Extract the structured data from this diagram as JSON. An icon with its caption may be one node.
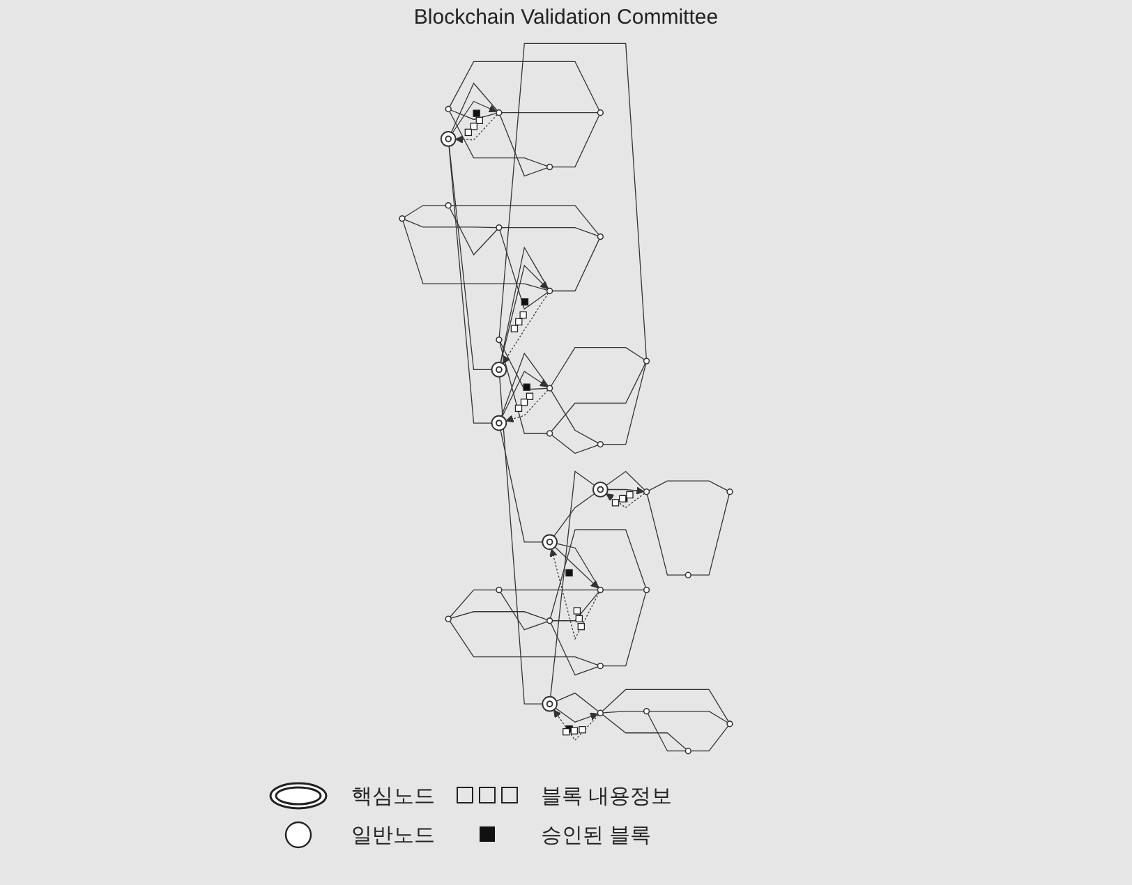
{
  "diagram": {
    "nodes": [
      {
        "text": [],
        "shape": "ellipse"
      },
      {
        "text": [],
        "shape": "ellipse"
      },
      {
        "text": [],
        "shape": "ellipse"
      },
      {
        "text": [],
        "shape": "ellipse"
      },
      {
        "text": [],
        "shape": "ellipse"
      },
      {
        "text": [],
        "shape": "ellipse"
      },
      {
        "text": [],
        "shape": "circle"
      },
      {
        "text": [],
        "shape": "circle"
      },
      {
        "text": [],
        "shape": "circle"
      },
      {
        "text": [],
        "shape": "circle"
      },
      {
        "text": [],
        "shape": "circle"
      },
      {
        "text": [],
        "shape": "circle"
      },
      {
        "text": [],
        "shape": "circle"
      },
      {
        "text": [],
        "shape": "circle"
      },
      {
        "text": [],
        "shape": "circle"
      },
      {
        "text": [],
        "shape": "circle"
      },
      {
        "text": [],
        "shape": "circle"
      },
      {
        "text": [],
        "shape": "circle"
      },
      {
        "text": [],
        "shape": "circle"
      },
      {
        "text": [],
        "shape": "circle"
      },
      {
        "text": [],
        "shape": "circle"
      },
      {
        "text": [],
        "shape": "circle"
      },
      {
        "text": [],
        "shape": "circle"
      },
      {
        "text": [],
        "shape": "circle"
      },
      {
        "text": [],
        "shape": "circle"
      },
      {
        "text": [],
        "shape": "circle"
      },
      {
        "text": [],
        "shape": "circle"
      },
      {
        "text": [],
        "shape": "circle"
      },
      {
        "text": [],
        "shape": "circle"
      },
      {
        "text": [],
        "shape": "circle"
      },
      {
        "text": [],
        "shape": "circle"
      },
      {
        "text": [],
        "shape": "circle"
      },
      {
        "text": [],
        "shape": "circle"
      }
    ],
    "edges": [
      {
        "from": 0,
        "to": 1,
        "arrow": "none"
      },
      {
        "from": 0,
        "to": 2,
        "arrow": "none"
      },
      {
        "from": 1,
        "to": 3,
        "arrow": "none"
      },
      {
        "from": 2,
        "to": 4,
        "arrow": "none"
      },
      {
        "from": 3,
        "to": 5,
        "arrow": "none"
      },
      {
        "from": 4,
        "to": 5,
        "arrow": "none"
      },
      {
        "from": 0,
        "to": 7,
        "arrow": "none"
      },
      {
        "from": 0,
        "to": 7,
        "arrow": "to"
      },
      {
        "from": 7,
        "to": 0,
        "arrow": "to",
        "style": "dashed"
      },
      {
        "from": 1,
        "to": 13,
        "arrow": "none"
      },
      {
        "from": 1,
        "to": 13,
        "arrow": "to"
      },
      {
        "from": 13,
        "to": 1,
        "arrow": "to",
        "style": "dashed"
      },
      {
        "from": 2,
        "to": 16,
        "arrow": "none"
      },
      {
        "from": 2,
        "to": 16,
        "arrow": "to"
      },
      {
        "from": 16,
        "to": 2,
        "arrow": "to",
        "style": "dashed"
      },
      {
        "from": 3,
        "to": 20,
        "arrow": "none"
      },
      {
        "from": 3,
        "to": 20,
        "arrow": "to"
      },
      {
        "from": 20,
        "to": 3,
        "arrow": "to",
        "style": "dashed"
      },
      {
        "from": 4,
        "to": 27,
        "arrow": "none"
      },
      {
        "from": 4,
        "to": 27,
        "arrow": "to"
      },
      {
        "from": 27,
        "to": 4,
        "arrow": "to",
        "style": "dashed"
      },
      {
        "from": 5,
        "to": 30,
        "arrow": "none"
      },
      {
        "from": 5,
        "to": 30,
        "arrow": "to"
      },
      {
        "from": 30,
        "to": 5,
        "arrow": "to",
        "style": "dashed"
      },
      {
        "from": 6,
        "to": 7,
        "arrow": "none"
      },
      {
        "from": 6,
        "to": 8,
        "arrow": "none"
      },
      {
        "from": 6,
        "to": 9,
        "arrow": "none"
      },
      {
        "from": 7,
        "to": 8,
        "arrow": "none"
      },
      {
        "from": 7,
        "to": 9,
        "arrow": "none"
      },
      {
        "from": 8,
        "to": 9,
        "arrow": "none"
      },
      {
        "from": 10,
        "to": 11,
        "arrow": "none"
      },
      {
        "from": 10,
        "to": 12,
        "arrow": "none"
      },
      {
        "from": 10,
        "to": 13,
        "arrow": "none"
      },
      {
        "from": 11,
        "to": 12,
        "arrow": "none"
      },
      {
        "from": 11,
        "to": 14,
        "arrow": "none"
      },
      {
        "from": 12,
        "to": 13,
        "arrow": "none"
      },
      {
        "from": 12,
        "to": 14,
        "arrow": "none"
      },
      {
        "from": 13,
        "to": 14,
        "arrow": "none"
      },
      {
        "from": 15,
        "to": 16,
        "arrow": "none"
      },
      {
        "from": 15,
        "to": 17,
        "arrow": "none"
      },
      {
        "from": 15,
        "to": 19,
        "arrow": "none"
      },
      {
        "from": 16,
        "to": 18,
        "arrow": "none"
      },
      {
        "from": 16,
        "to": 19,
        "arrow": "none"
      },
      {
        "from": 17,
        "to": 18,
        "arrow": "none"
      },
      {
        "from": 17,
        "to": 19,
        "arrow": "none"
      },
      {
        "from": 18,
        "to": 19,
        "arrow": "none"
      },
      {
        "from": 20,
        "to": 21,
        "arrow": "none"
      },
      {
        "from": 20,
        "to": 22,
        "arrow": "none"
      },
      {
        "from": 20,
        "to": 23,
        "arrow": "none"
      },
      {
        "from": 21,
        "to": 22,
        "arrow": "none"
      },
      {
        "from": 21,
        "to": 23,
        "arrow": "none"
      },
      {
        "from": 22,
        "to": 23,
        "arrow": "none"
      },
      {
        "from": 24,
        "to": 25,
        "arrow": "none"
      },
      {
        "from": 24,
        "to": 26,
        "arrow": "none"
      },
      {
        "from": 24,
        "to": 28,
        "arrow": "none"
      },
      {
        "from": 25,
        "to": 26,
        "arrow": "none"
      },
      {
        "from": 25,
        "to": 27,
        "arrow": "none"
      },
      {
        "from": 26,
        "to": 27,
        "arrow": "none"
      },
      {
        "from": 26,
        "to": 28,
        "arrow": "none"
      },
      {
        "from": 26,
        "to": 29,
        "arrow": "none"
      },
      {
        "from": 27,
        "to": 29,
        "arrow": "none"
      },
      {
        "from": 28,
        "to": 29,
        "arrow": "none"
      },
      {
        "from": 30,
        "to": 31,
        "arrow": "none"
      },
      {
        "from": 30,
        "to": 32,
        "arrow": "none"
      },
      {
        "from": 31,
        "to": 32,
        "arrow": "none"
      }
    ],
    "labels": [
      "Blockchain Validation Committee"
    ],
    "legend": [
      {
        "text": "핵심노드"
      },
      {
        "text": "블록 내용정보"
      },
      {
        "text": "일반노드"
      },
      {
        "text": "승인된 블록"
      }
    ]
  }
}
